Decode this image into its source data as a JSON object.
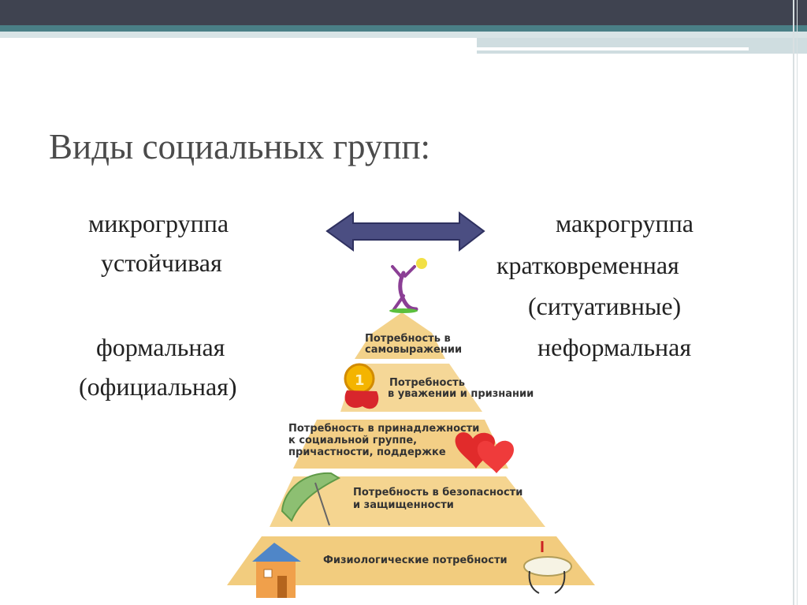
{
  "slide": {
    "title": "Виды социальных групп:",
    "left": [
      "микрогруппа",
      "устойчивая",
      "формальная",
      "(официальная)"
    ],
    "right": [
      "макрогруппа",
      "кратковременная",
      "(ситуативные)",
      "неформальная"
    ]
  },
  "pyramid": {
    "levels": [
      {
        "lines": [
          "Потребность в",
          "самовыражении"
        ]
      },
      {
        "lines": [
          "Потребность",
          "в уважении и признании"
        ]
      },
      {
        "lines": [
          "Потребность в принадлежности",
          "к социальной группе,",
          "причастности, поддержке"
        ]
      },
      {
        "lines": [
          "Потребность в безопасности",
          "и защищенности"
        ]
      },
      {
        "lines": [
          "Физиологические потребности"
        ]
      }
    ]
  },
  "colors": {
    "arrow": "#4b4e82",
    "pyramid": "#f3d28a",
    "header": "#3f4350",
    "accent": "#4a7f86"
  },
  "icons": [
    "double-arrow-icon",
    "person-star-icon",
    "medal-icon",
    "hearts-icon",
    "umbrella-icon",
    "house-icon",
    "table-icon"
  ]
}
